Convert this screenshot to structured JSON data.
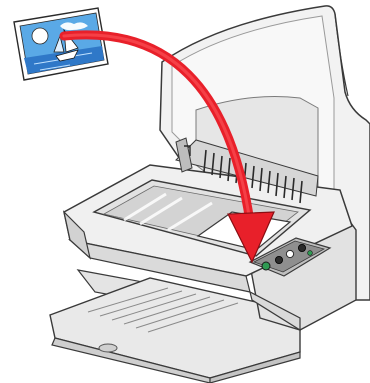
{
  "illustration": {
    "subject": "printer-scanner",
    "photo_subject": "sailboat-on-water",
    "action_arrow_direction": "photo-to-scanner-glass"
  },
  "colors": {
    "arrow": "#e8202a",
    "photo_sky": "#5aa9e6",
    "photo_water": "#2f78c8",
    "photo_sun": "#ffffff",
    "printer_body": "#efefef",
    "printer_outline": "#3a3a3a",
    "glass": "#d9d9d9",
    "button_green": "#2f9a52",
    "button_dark": "#2b2b2b"
  }
}
